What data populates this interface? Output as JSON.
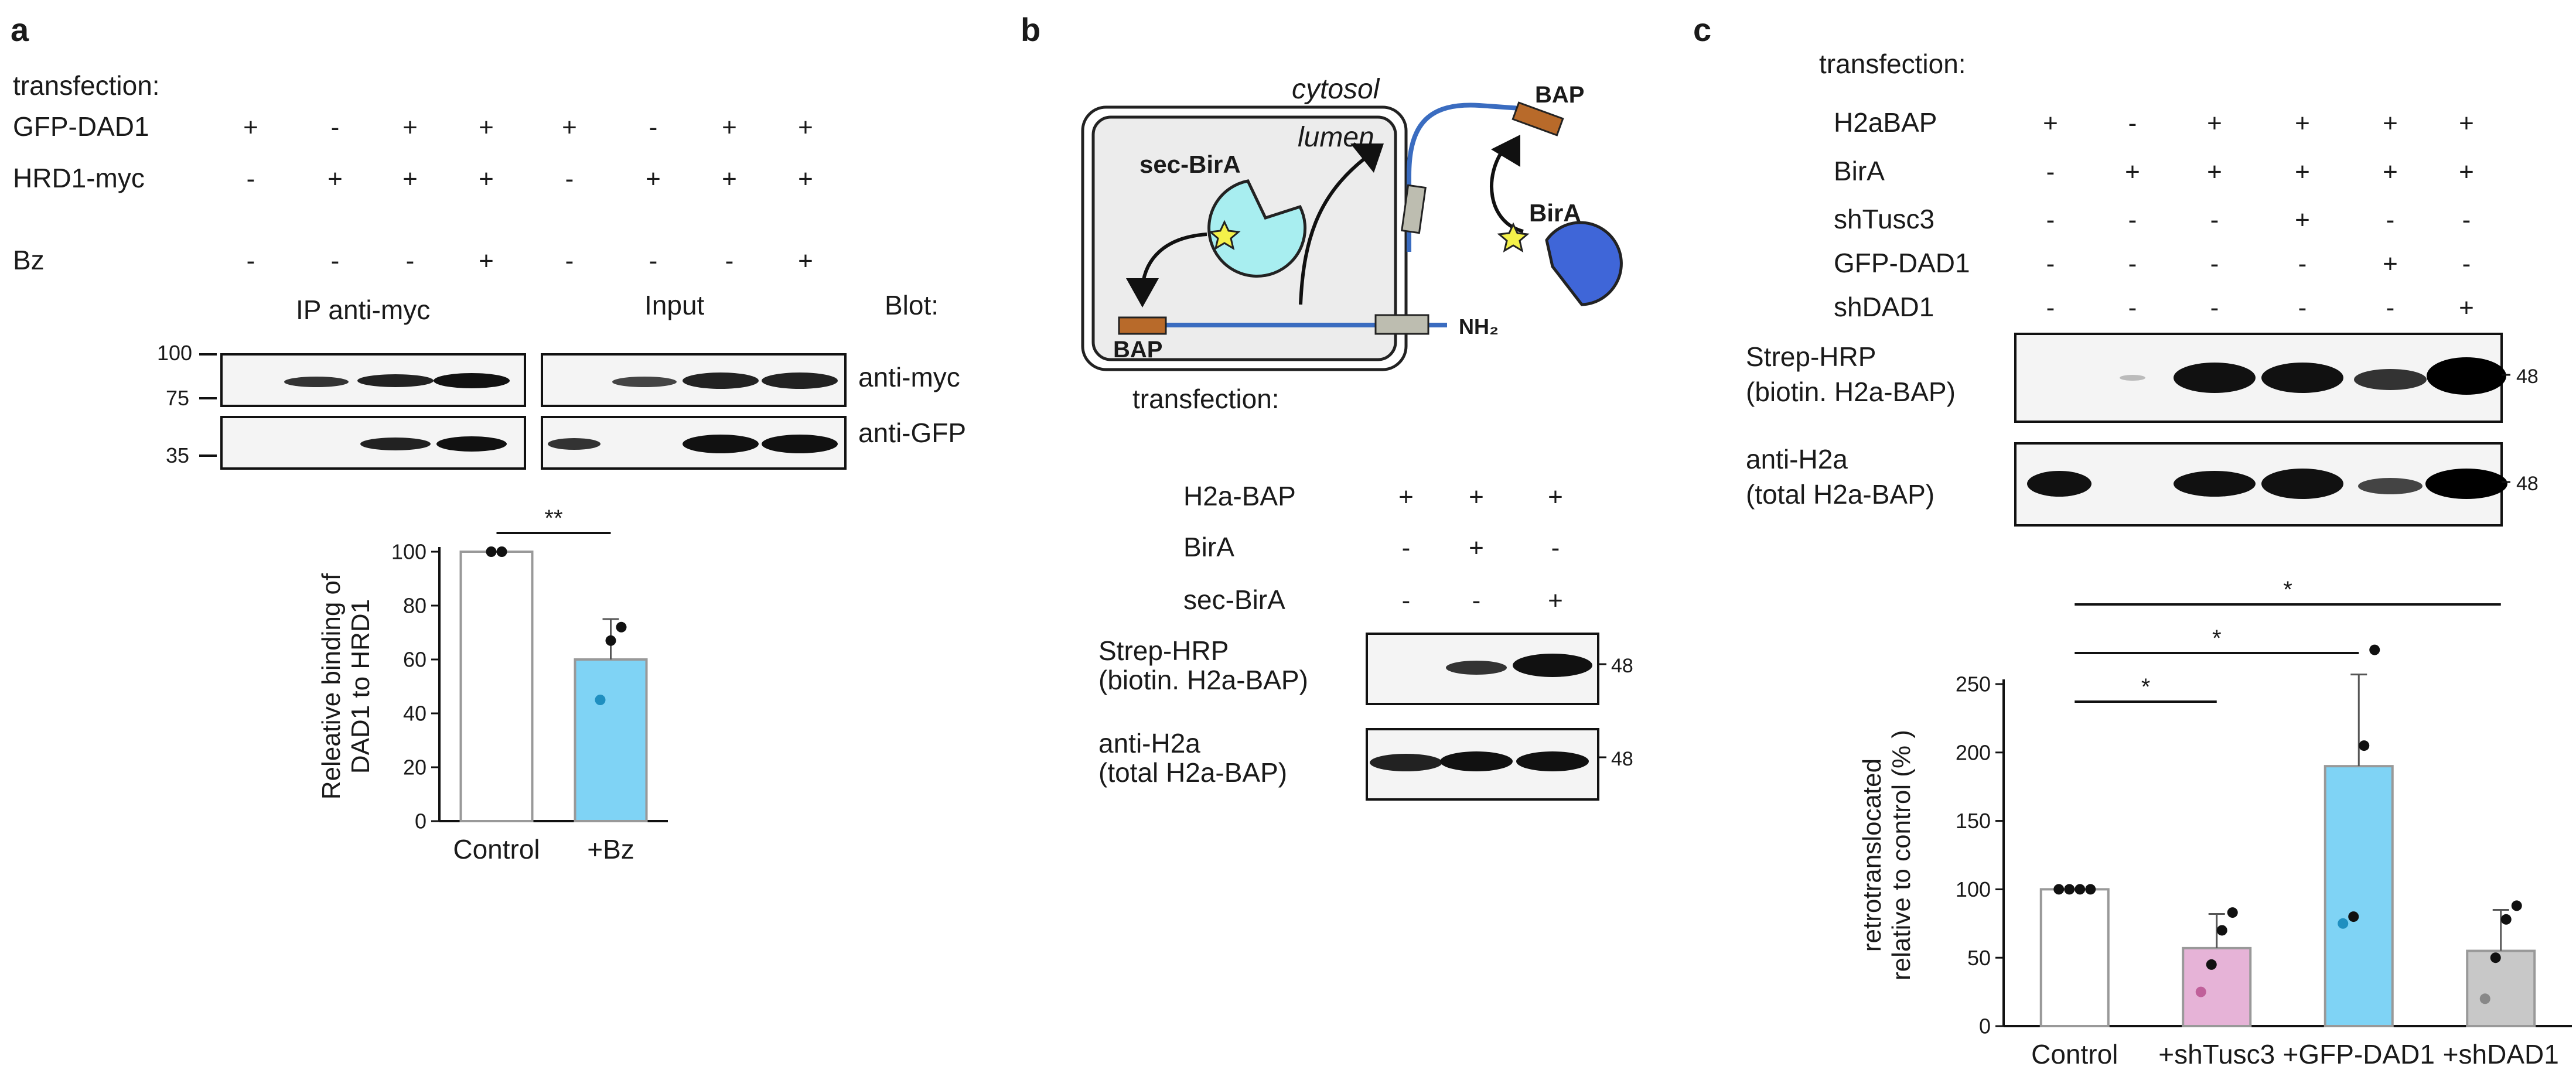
{
  "panels": {
    "a": {
      "letter": "a",
      "transfection_title": "transfection:",
      "rows": [
        {
          "label": "GFP-DAD1",
          "signs": [
            "+",
            "-",
            "+",
            "+",
            "+",
            "-",
            "+",
            "+"
          ]
        },
        {
          "label": "HRD1-myc",
          "signs": [
            "-",
            "+",
            "+",
            "+",
            "-",
            "+",
            "+",
            "+"
          ]
        },
        {
          "label": "Bz",
          "signs": [
            "-",
            "-",
            "-",
            "+",
            "-",
            "-",
            "-",
            "+"
          ]
        }
      ],
      "ip_label": "IP anti-myc",
      "input_label": "Input",
      "blot_label": "Blot:",
      "blot_rows": [
        "anti-myc",
        "anti-GFP"
      ],
      "mw_markers": [
        "100",
        "75",
        "35"
      ]
    },
    "b": {
      "letter": "b",
      "diagram": {
        "cytosol": "cytosol",
        "lumen": "lumen",
        "sec_birA": "sec-BirA",
        "birA": "BirA",
        "bap_top": "BAP",
        "bap_bottom": "BAP",
        "nh2": "NH₂"
      },
      "transfection_title": "transfection:",
      "rows": [
        {
          "label": "H2a-BAP",
          "signs": [
            "+",
            "+",
            "+"
          ]
        },
        {
          "label": "BirA",
          "signs": [
            "-",
            "+",
            "-"
          ]
        },
        {
          "label": "sec-BirA",
          "signs": [
            "-",
            "-",
            "+"
          ]
        }
      ],
      "blot_rows": [
        {
          "line1": "Strep-HRP",
          "line2": "(biotin. H2a-BAP)",
          "mw": "48"
        },
        {
          "line1": "anti-H2a",
          "line2": "(total H2a-BAP)",
          "mw": "48"
        }
      ]
    },
    "c": {
      "letter": "c",
      "transfection_title": "transfection:",
      "rows": [
        {
          "label": "H2aBAP",
          "signs": [
            "+",
            "-",
            "+",
            "+",
            "+",
            "+"
          ]
        },
        {
          "label": "BirA",
          "signs": [
            "-",
            "+",
            "+",
            "+",
            "+",
            "+"
          ]
        },
        {
          "label": "shTusc3",
          "signs": [
            "-",
            "-",
            "-",
            "+",
            "-",
            "-"
          ]
        },
        {
          "label": "GFP-DAD1",
          "signs": [
            "-",
            "-",
            "-",
            "-",
            "+",
            "-"
          ]
        },
        {
          "label": "shDAD1",
          "signs": [
            "-",
            "-",
            "-",
            "-",
            "-",
            "+"
          ]
        }
      ],
      "blot_rows": [
        {
          "line1": "Strep-HRP",
          "line2": "(biotin. H2a-BAP)",
          "mw": "48"
        },
        {
          "line1": "anti-H2a",
          "line2": "(total H2a-BAP)",
          "mw": "48"
        }
      ]
    }
  },
  "chart_data": [
    {
      "type": "bar",
      "panel": "a",
      "categories": [
        "Control",
        "+Bz"
      ],
      "values": [
        100,
        60
      ],
      "errors": [
        0,
        15
      ],
      "points": [
        [
          100,
          100
        ],
        [
          45,
          67,
          72
        ]
      ],
      "ylabel_lines": [
        "Releative binding of",
        "DAD1 to HRD1"
      ],
      "ylim": [
        0,
        100
      ],
      "yticks": [
        0,
        20,
        40,
        60,
        80,
        100
      ],
      "significance": [
        {
          "from": 0,
          "to": 1,
          "label": "**"
        }
      ],
      "colors": [
        "#ffffff",
        "#7fd3f5"
      ]
    },
    {
      "type": "bar",
      "panel": "c",
      "categories": [
        "Control",
        "+shTusc3",
        "+GFP-DAD1",
        "+shDAD1"
      ],
      "values": [
        100,
        57,
        190,
        55
      ],
      "errors": [
        0,
        25,
        67,
        30
      ],
      "points": [
        [
          100,
          100,
          100,
          100
        ],
        [
          25,
          45,
          70,
          83
        ],
        [
          75,
          80,
          205,
          275
        ],
        [
          20,
          50,
          78,
          88
        ]
      ],
      "ylabel_lines": [
        "retrotranslocated",
        "relative to control (% )"
      ],
      "ylim": [
        0,
        250
      ],
      "yticks": [
        0,
        50,
        100,
        150,
        200,
        250
      ],
      "significance": [
        {
          "from": 0,
          "to": 1,
          "label": "*"
        },
        {
          "from": 0,
          "to": 2,
          "label": "*"
        },
        {
          "from": 0,
          "to": 3,
          "label": "*"
        }
      ],
      "colors": [
        "#ffffff",
        "#e6b3d7",
        "#7fd3f5",
        "#c8c8c8"
      ]
    }
  ]
}
